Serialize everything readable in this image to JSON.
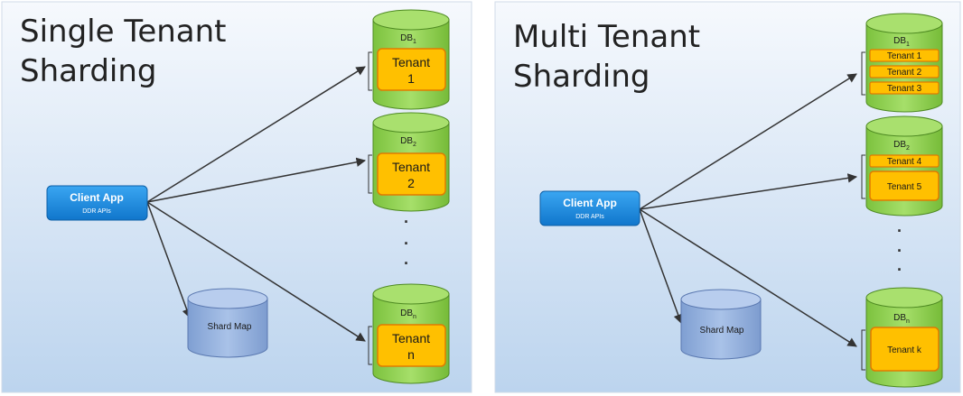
{
  "left": {
    "title_line1": "Single Tenant",
    "title_line2": "Sharding",
    "client": {
      "title": "Client App",
      "sub": "DDR APIs"
    },
    "shard_map": "Shard Map",
    "dbs": [
      {
        "label": "DB",
        "sub": "1",
        "tenant_line1": "Tenant",
        "tenant_line2": "1"
      },
      {
        "label": "DB",
        "sub": "2",
        "tenant_line1": "Tenant",
        "tenant_line2": "2"
      },
      {
        "label": "DB",
        "sub": "n",
        "tenant_line1": "Tenant",
        "tenant_line2": "n"
      }
    ],
    "dots": [
      "·",
      "·",
      "·"
    ]
  },
  "right": {
    "title_line1": "Multi Tenant",
    "title_line2": "Sharding",
    "client": {
      "title": "Client App",
      "sub": "DDR APIs"
    },
    "shard_map": "Shard Map",
    "db1": {
      "label": "DB",
      "sub": "1",
      "tenants": [
        "Tenant 1",
        "Tenant 2",
        "Tenant 3"
      ]
    },
    "db2": {
      "label": "DB",
      "sub": "2",
      "tenants": [
        "Tenant 4",
        "Tenant 5"
      ]
    },
    "dbn": {
      "label": "DB",
      "sub": "n",
      "tenants": [
        "Tenant k"
      ]
    },
    "dots": [
      "·",
      "·",
      "·"
    ]
  },
  "colors": {
    "panel_top": "#f4f8fc",
    "panel_bottom": "#c3d9ef",
    "db_green": "#8fd14f",
    "db_green_dark": "#5a9a2a",
    "tenant_orange": "#ffc000",
    "tenant_border": "#e07b00",
    "client_blue": "#1e8fe6",
    "shard_blue": "#9db8e0"
  }
}
